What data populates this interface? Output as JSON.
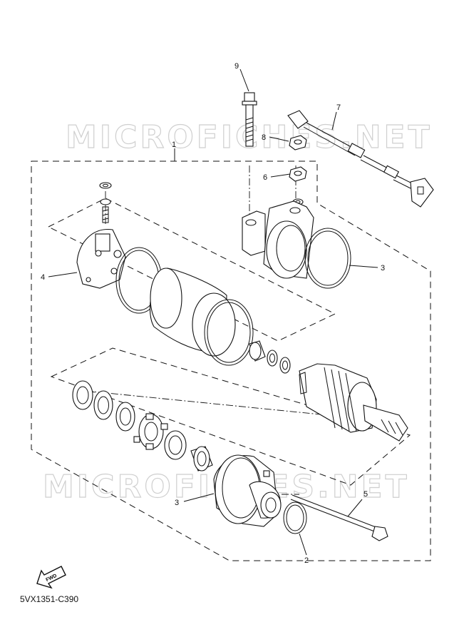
{
  "watermarks": [
    "MICROFICHES.NET",
    "MICROFICHES.NET"
  ],
  "callouts": {
    "c1": "1",
    "c2": "2",
    "c3a": "3",
    "c3b": "3",
    "c4": "4",
    "c5": "5",
    "c6": "6",
    "c7": "7",
    "c8": "8",
    "c9": "9"
  },
  "fwd_label": "FWD",
  "diagram_code": "5VX1351-C390",
  "icons": {
    "fwd": "fwd-arrow-icon"
  }
}
